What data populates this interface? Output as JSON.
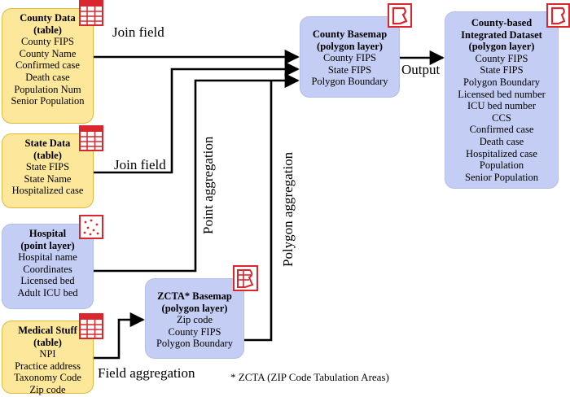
{
  "nodes": {
    "county_data": {
      "title": [
        "County Data",
        "(table)"
      ],
      "fields": [
        "County FIPS",
        "County Name",
        "Confirmed case",
        "Death case",
        "Population Num",
        "Senior Population"
      ]
    },
    "state_data": {
      "title": [
        "State Data",
        "(table)"
      ],
      "fields": [
        "State FIPS",
        "State Name",
        "Hospitalized case"
      ]
    },
    "hospital": {
      "title": [
        "Hospital",
        "(point layer)"
      ],
      "fields": [
        "Hospital name",
        "Coordinates",
        "Licensed bed",
        "Adult ICU bed"
      ]
    },
    "medical_stuff": {
      "title": [
        "Medical Stuff",
        "(table)"
      ],
      "fields": [
        "NPI",
        "Practice address",
        "Taxonomy Code",
        "Zip code"
      ]
    },
    "county_basemap": {
      "title": [
        "County Basemap",
        "(polygon layer)"
      ],
      "fields": [
        "County FIPS",
        "State FIPS",
        "Polygon Boundary"
      ]
    },
    "zcta_basemap": {
      "title": [
        "ZCTA* Basemap",
        "(polygon layer)"
      ],
      "fields": [
        "Zip code",
        "County FIPS",
        "Polygon Boundary"
      ]
    },
    "integrated": {
      "title": [
        "County-based",
        "Integrated Dataset",
        "(polygon layer)"
      ],
      "fields": [
        "County FIPS",
        "State FIPS",
        "Polygon Boundary",
        "Licensed bed number",
        "ICU bed number",
        "CCS",
        "Confirmed case",
        "Death case",
        "Hospitalized case",
        "Population",
        "Senior Population"
      ]
    }
  },
  "edge_labels": {
    "join_field_top": "Join field",
    "join_field_mid": "Join field",
    "point_aggregation": "Point aggregation",
    "polygon_aggregation": "Polygon aggregation",
    "field_aggregation": "Field aggregation",
    "output": "Output"
  },
  "footnote": "* ZCTA (ZIP Code Tabulation Areas)",
  "icon_names": {
    "table": "table-icon",
    "point_layer": "point-layer-icon",
    "polygon_layer": "polygon-layer-icon",
    "polygon_stack": "polygon-stack-icon"
  },
  "colors": {
    "source_fill": "#fde79a",
    "source_border": "#e2b93a",
    "layer_fill": "#c4cdf3",
    "icon_red": "#d9262f",
    "line": "#000000"
  }
}
